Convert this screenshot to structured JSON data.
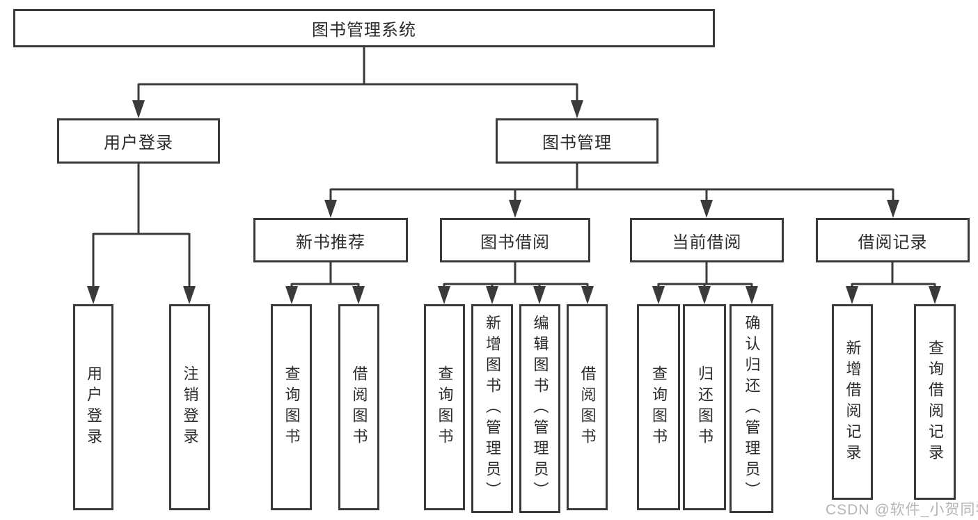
{
  "colors": {
    "line": "#3a3a3a",
    "box_fill": "#ffffff",
    "text": "#2b2b2b",
    "watermark": "#b5b5b5"
  },
  "watermark": "CSDN @软件_小贺同学",
  "tree": {
    "label": "图书管理系统",
    "children": [
      {
        "label": "用户登录",
        "children": [
          {
            "label": "用户登录"
          },
          {
            "label": "注销登录"
          }
        ]
      },
      {
        "label": "图书管理",
        "children": [
          {
            "label": "新书推荐",
            "children": [
              {
                "label": "查询图书"
              },
              {
                "label": "借阅图书"
              }
            ]
          },
          {
            "label": "图书借阅",
            "children": [
              {
                "label": "查询图书"
              },
              {
                "label": "新增图书（管理员）"
              },
              {
                "label": "编辑图书（管理员）"
              },
              {
                "label": "借阅图书"
              }
            ]
          },
          {
            "label": "当前借阅",
            "children": [
              {
                "label": "查询图书"
              },
              {
                "label": "归还图书"
              },
              {
                "label": "确认归还（管理员）"
              }
            ]
          },
          {
            "label": "借阅记录",
            "children": [
              {
                "label": "新增借阅记录"
              },
              {
                "label": "查询借阅记录"
              }
            ]
          }
        ]
      }
    ]
  }
}
